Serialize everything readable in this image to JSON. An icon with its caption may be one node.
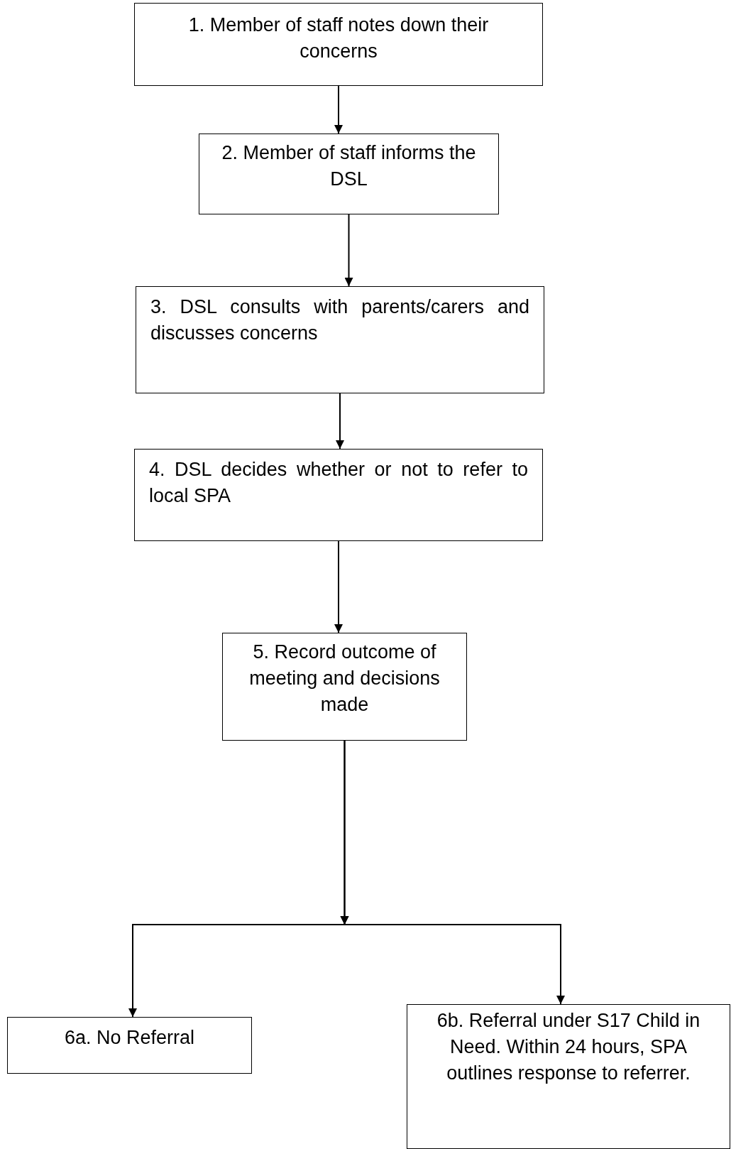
{
  "diagram": {
    "nodes": [
      {
        "text": [
          "1. Member of staff notes down their concerns"
        ]
      },
      {
        "text": [
          "2. Member of staff informs the DSL"
        ]
      },
      {
        "text": [
          "3. DSL consults with parents/carers and discusses concerns"
        ]
      },
      {
        "text": [
          "4. DSL decides whether or not to refer to local SPA"
        ]
      },
      {
        "text": [
          "5. Record outcome of meeting and decisions made"
        ]
      },
      {
        "text": [
          "6a. No Referral"
        ]
      },
      {
        "text": [
          "6b. Referral under S17 Child in Need. Within 24 hours, SPA outlines response to referrer."
        ]
      }
    ],
    "edges": [
      {
        "from": 0,
        "to": 1,
        "arrow": "to"
      },
      {
        "from": 1,
        "to": 2,
        "arrow": "to"
      },
      {
        "from": 2,
        "to": 3,
        "arrow": "to"
      },
      {
        "from": 3,
        "to": 4,
        "arrow": "to"
      },
      {
        "from": 4,
        "to": 5,
        "arrow": "to"
      },
      {
        "from": 4,
        "to": 6,
        "arrow": "to"
      }
    ]
  }
}
